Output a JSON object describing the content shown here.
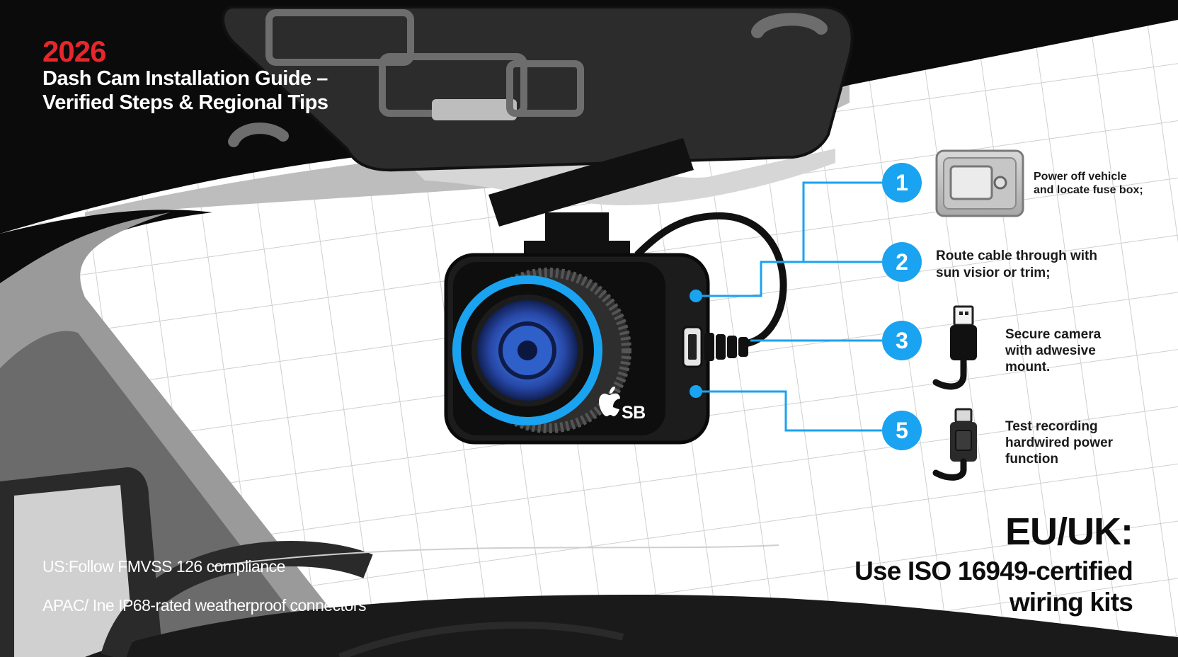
{
  "header": {
    "year": "2026",
    "title_line_1": "Dash Cam Installation Guide –",
    "title_line_2": "Verified Steps & Regional Tips"
  },
  "steps": [
    {
      "number": "1",
      "lines": [
        "Power off vehicle",
        "and locate fuse box;"
      ],
      "icon": "fuse-box-icon"
    },
    {
      "number": "2",
      "lines": [
        "Route cable through with",
        "sun visior or trim;"
      ],
      "icon": ""
    },
    {
      "number": "3",
      "lines": [
        "Secure camera",
        "with adwesive",
        "mount."
      ],
      "icon": "usb-cable-icon"
    },
    {
      "number": "5",
      "lines": [
        "Test recording",
        "hardwired power",
        "function"
      ],
      "icon": "usb-connector-icon"
    }
  ],
  "camera": {
    "logo_text": "SB",
    "logo_icon": "apple-logo-icon"
  },
  "regions": {
    "us": "US:Follow FMVSS 126 compliance",
    "apac": "APAC/ Ine IP68-rated weatherproof connectors",
    "eu_heading": "EU/UK:",
    "eu_line_1": "Use ISO 16949-certified",
    "eu_line_2": "wiring kits"
  },
  "colors": {
    "accent_blue": "#1aa3f0",
    "title_red": "#e8262b",
    "headliner_black": "#0b0b0b",
    "glass_white": "#ffffff",
    "grid_gray": "#cfcfcf"
  }
}
